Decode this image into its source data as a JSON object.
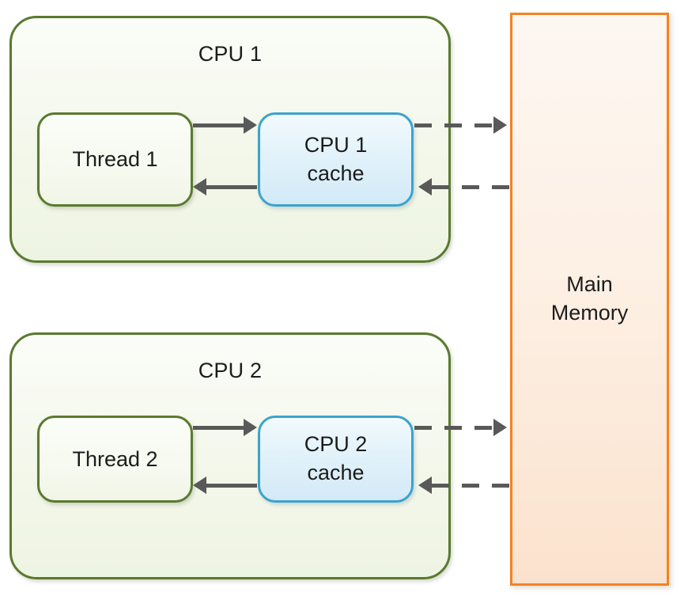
{
  "diagram": {
    "title": "CPU cache coherence diagram",
    "colors": {
      "cpu_border": "#5a7a2e",
      "cache_border": "#3ba3cc",
      "memory_border": "#f58220",
      "arrow": "#595959",
      "text": "#1c1c1c"
    },
    "cpus": [
      {
        "id": "cpu-1",
        "label": "CPU 1",
        "thread": {
          "id": "thread-1",
          "label": "Thread 1"
        },
        "cache": {
          "id": "cpu-1-cache",
          "line1": "CPU 1",
          "line2": "cache"
        }
      },
      {
        "id": "cpu-2",
        "label": "CPU 2",
        "thread": {
          "id": "thread-2",
          "label": "Thread 2"
        },
        "cache": {
          "id": "cpu-2-cache",
          "line1": "CPU 2",
          "line2": "cache"
        }
      }
    ],
    "memory": {
      "id": "main-memory",
      "line1": "Main",
      "line2": "Memory"
    },
    "connections": [
      {
        "from": "thread-1",
        "to": "cpu-1-cache",
        "style": "solid",
        "direction": "right"
      },
      {
        "from": "cpu-1-cache",
        "to": "thread-1",
        "style": "solid",
        "direction": "left"
      },
      {
        "from": "cpu-1-cache",
        "to": "main-memory",
        "style": "dashed",
        "direction": "right"
      },
      {
        "from": "main-memory",
        "to": "cpu-1-cache",
        "style": "dashed",
        "direction": "left"
      },
      {
        "from": "thread-2",
        "to": "cpu-2-cache",
        "style": "solid",
        "direction": "right"
      },
      {
        "from": "cpu-2-cache",
        "to": "thread-2",
        "style": "solid",
        "direction": "left"
      },
      {
        "from": "cpu-2-cache",
        "to": "main-memory",
        "style": "dashed",
        "direction": "right"
      },
      {
        "from": "main-memory",
        "to": "cpu-2-cache",
        "style": "dashed",
        "direction": "left"
      }
    ]
  }
}
